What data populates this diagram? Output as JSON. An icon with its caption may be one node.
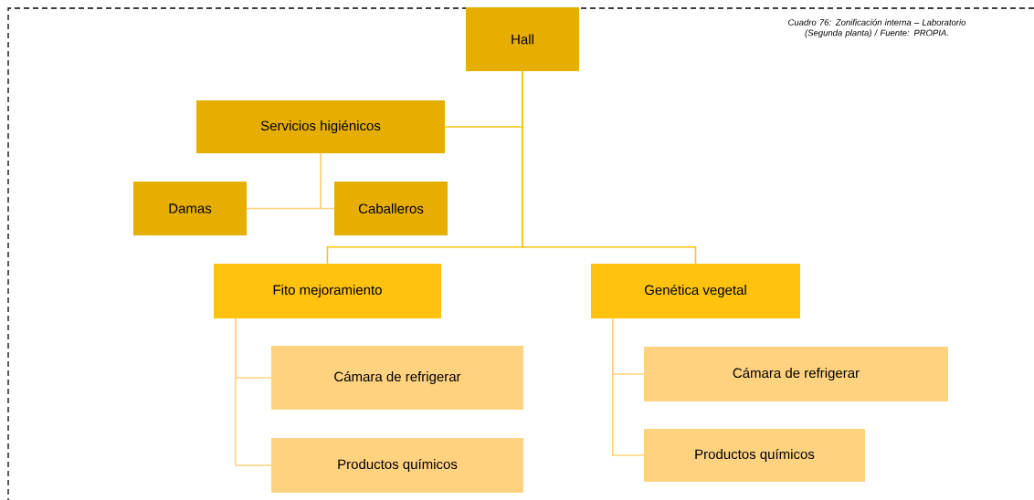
{
  "diagram": {
    "nodes": [
      {
        "text": [
          "Hall"
        ]
      },
      {
        "text": [
          "Servicios higiénicos"
        ]
      },
      {
        "text": [
          "Damas"
        ]
      },
      {
        "text": [
          "Caballeros"
        ]
      },
      {
        "text": [
          "Fito mejoramiento"
        ]
      },
      {
        "text": [
          "Genética vegetal"
        ]
      },
      {
        "text": [
          "Cámara de refrigerar"
        ]
      },
      {
        "text": [
          "Productos químicos"
        ]
      },
      {
        "text": [
          "Cámara de refrigerar"
        ]
      },
      {
        "text": [
          "Productos químicos"
        ]
      }
    ],
    "edges": [
      {
        "from": 0,
        "to": 1,
        "arrow": "none",
        "color": "#ffc20e"
      },
      {
        "from": 0,
        "to": 4,
        "arrow": "none",
        "color": "#ffc20e"
      },
      {
        "from": 0,
        "to": 5,
        "arrow": "none",
        "color": "#ffc20e"
      },
      {
        "from": 1,
        "to": 2,
        "arrow": "none"
      },
      {
        "from": 1,
        "to": 3,
        "arrow": "none"
      },
      {
        "from": 4,
        "to": 6,
        "arrow": "none"
      },
      {
        "from": 4,
        "to": 7,
        "arrow": "none"
      },
      {
        "from": 5,
        "to": 8,
        "arrow": "none"
      },
      {
        "from": 5,
        "to": 9,
        "arrow": "none"
      }
    ],
    "labels": [
      "Cuadro 76: Zonificación interna – Laboratorio (Segunda planta) / Fuente: PROPIA."
    ]
  }
}
